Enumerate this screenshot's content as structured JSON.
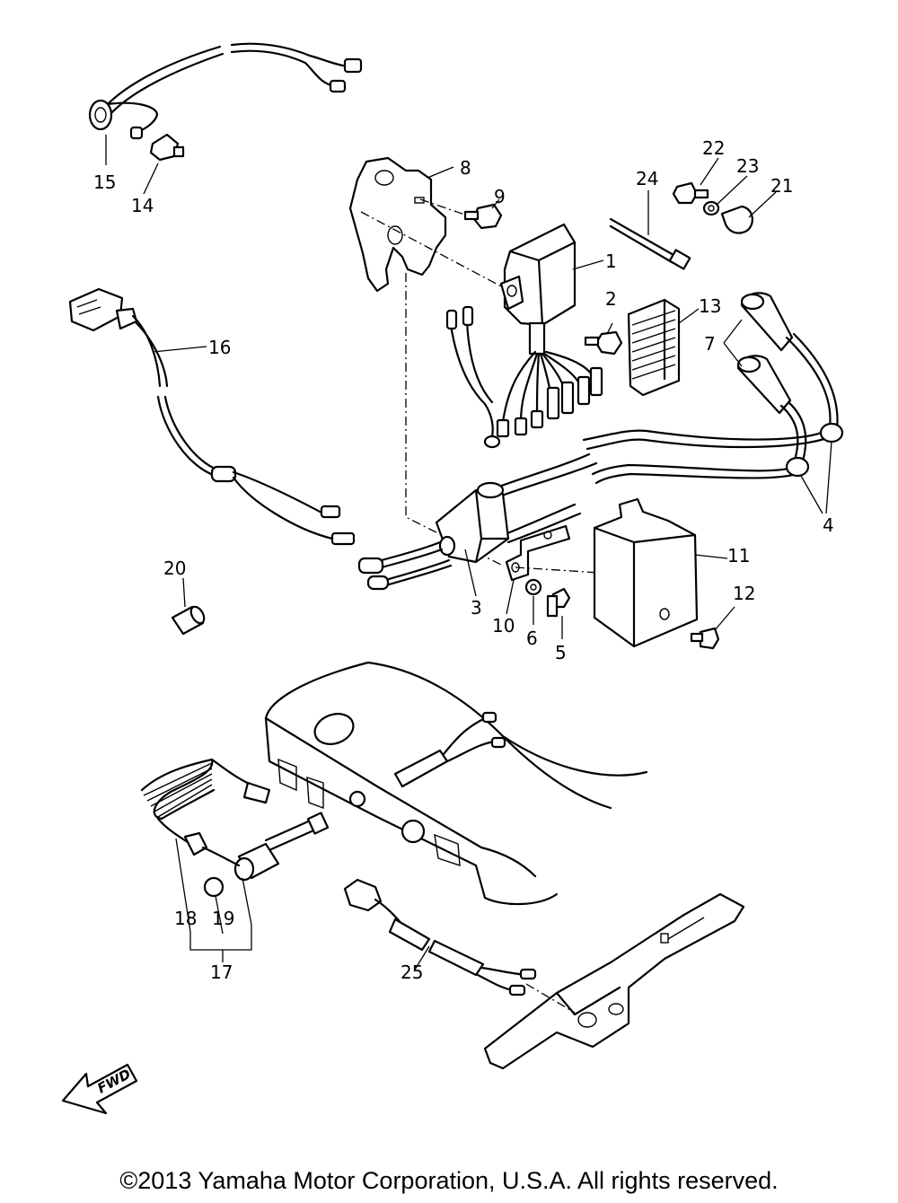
{
  "diagram": {
    "labels": {
      "p1": "1",
      "p2": "2",
      "p3": "3",
      "p4": "4",
      "p5": "5",
      "p6": "6",
      "p7": "7",
      "p8": "8",
      "p9": "9",
      "p10": "10",
      "p11": "11",
      "p12": "12",
      "p13": "13",
      "p14": "14",
      "p15": "15",
      "p16": "16",
      "p17": "17",
      "p18": "18",
      "p19": "19",
      "p20": "20",
      "p21": "21",
      "p22": "22",
      "p23": "23",
      "p24": "24",
      "p25": "25"
    },
    "fwd_label": "FWD"
  },
  "footer": {
    "copyright": "©2013 Yamaha Motor Corporation, U.S.A. All rights reserved."
  }
}
